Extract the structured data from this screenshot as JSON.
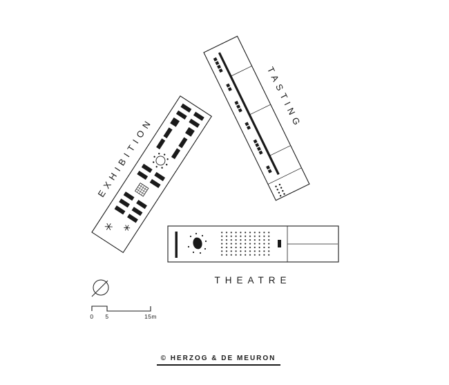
{
  "page": {
    "background": "#ffffff",
    "ink": "#1a1a1a"
  },
  "plan": {
    "buildings": [
      {
        "id": "exhibition",
        "label": "EXHIBITION"
      },
      {
        "id": "tasting",
        "label": "TASTING"
      },
      {
        "id": "theatre",
        "label": "THEATRE"
      }
    ]
  },
  "scalebar": {
    "zero": "0",
    "five": "5",
    "fifteen": "15m"
  },
  "credit": {
    "text": "© HERZOG & DE MEURON"
  }
}
